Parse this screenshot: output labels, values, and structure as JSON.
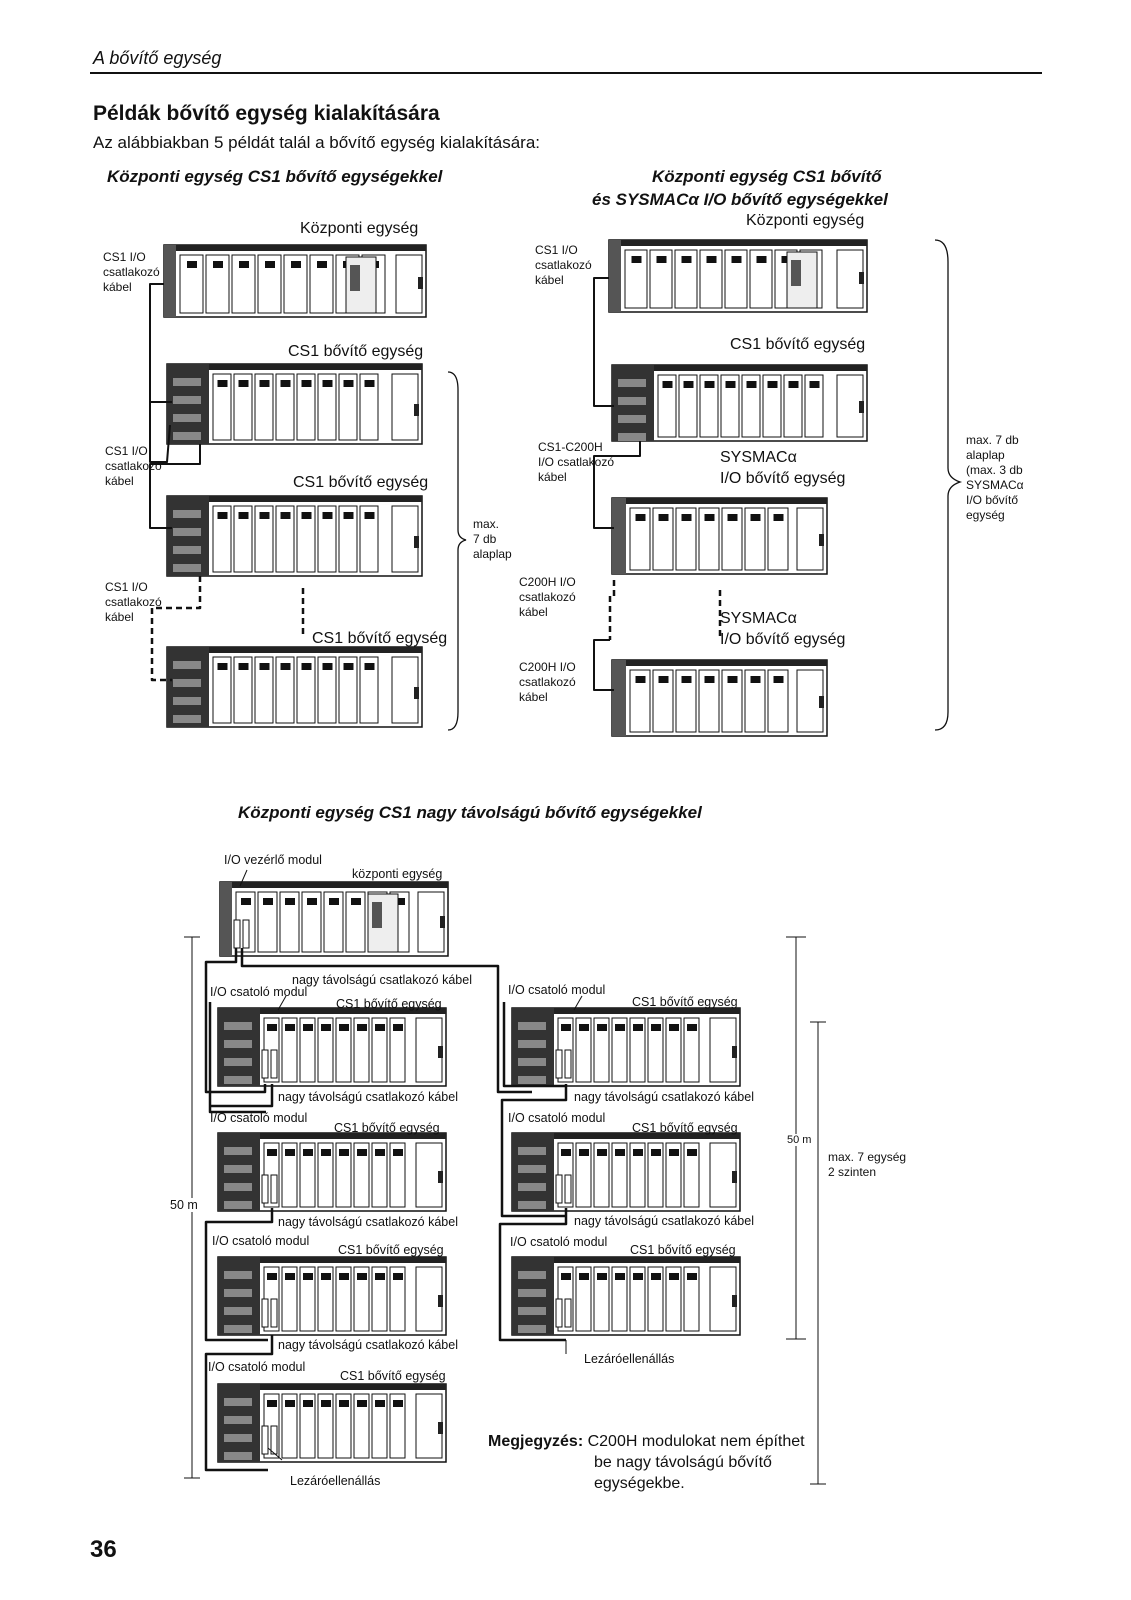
{
  "header": {
    "section_title": "A bővítő egység"
  },
  "title": "Példák bővítő egység kialakítására",
  "intro": "Az alábbiakban 5 példát talál a bővítő egység kialakítására:",
  "diagram1": {
    "heading": "Központi egység CS1 bővítő egységekkel",
    "cpu_label": "Központi egység",
    "cable_label_1": [
      "CS1 I/O",
      "csatlakozó",
      "kábel"
    ],
    "cable_label_2": [
      "CS1 I/O",
      "csatlakozó",
      "kábel"
    ],
    "cable_label_3": [
      "CS1 I/O",
      "csatlakozó",
      "kábel"
    ],
    "exp_label_1": "CS1 bővítő egység",
    "exp_label_2": "CS1 bővítő egység",
    "exp_label_3": "CS1 bővítő egység",
    "max_label": [
      "max.",
      "7 db",
      "alaplap"
    ]
  },
  "diagram2": {
    "heading_line1": "Központi egység CS1 bővítő",
    "heading_line2": "és SYSMACα I/O bővítő egységekkel",
    "cpu_label": "Központi egység",
    "cable_label_1": [
      "CS1 I/O",
      "csatlakozó",
      "kábel"
    ],
    "exp_label_1": "CS1 bővítő egység",
    "cable_label_2": [
      "CS1-C200H",
      "I/O csatlakozó",
      "kábel"
    ],
    "sysmac_label_1": [
      "SYSMACα",
      "I/O bővítő egység"
    ],
    "cable_label_3": [
      "C200H I/O",
      "csatlakozó",
      "kábel"
    ],
    "sysmac_label_2": [
      "SYSMACα",
      "I/O bővítő egység"
    ],
    "cable_label_4": [
      "C200H I/O",
      "csatlakozó",
      "kábel"
    ],
    "max_label": [
      "max. 7 db",
      "alaplap",
      "(max. 3 db",
      "SYSMACα",
      "I/O bővítő",
      "egység"
    ]
  },
  "diagram3": {
    "heading": "Központi egység CS1 nagy távolságú bővítő egységekkel",
    "io_control_module": "I/O vezérlő modul",
    "cpu_label": "központi egység",
    "long_cable_top": "nagy távolságú csatlakozó kábel",
    "io_coupler": "I/O csatoló modul",
    "exp_unit": "CS1 bővítő egység",
    "long_cable": "nagy távolságú csatlakozó kábel",
    "terminator": "Lezáróellenállás",
    "distance_left": "50 m",
    "distance_right": "50 m",
    "max_units": [
      "max. 7 egység",
      "2 szinten"
    ]
  },
  "note": {
    "label": "Megjegyzés:",
    "lines": [
      "C200H modulokat nem építhet",
      "be nagy távolságú bővítő",
      "egységekbe."
    ]
  },
  "page_number": "36"
}
